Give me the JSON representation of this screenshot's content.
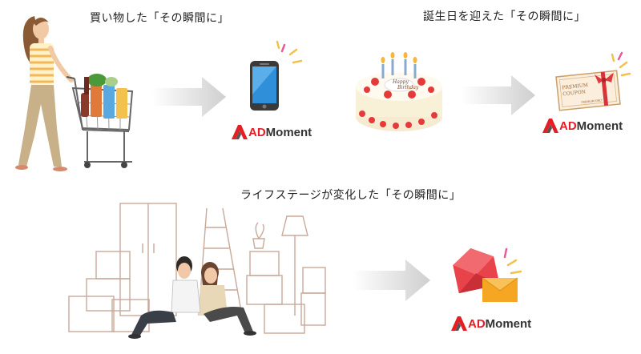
{
  "captions": {
    "shopping": "買い物した「その瞬間に」",
    "birthday": "誕生日を迎えた「その瞬間に」",
    "lifestage": "ライフステージが変化した「その瞬間に」"
  },
  "logo": {
    "ad": "AD",
    "moment": "Moment"
  },
  "cake": {
    "line1": "Happy",
    "line2": "Birthday"
  },
  "coupon": {
    "line1": "PREMIUM",
    "line2": "COUPON",
    "line3": "PREMIUM ONLY"
  },
  "colors": {
    "brand_red": "#e51e25",
    "arrow_gray": "#cfcfcf",
    "phone_blue": "#2f8fd8",
    "sketch_brown": "#c9a89a",
    "envelope_red": "#e8434b",
    "envelope_orange": "#f5a623"
  }
}
